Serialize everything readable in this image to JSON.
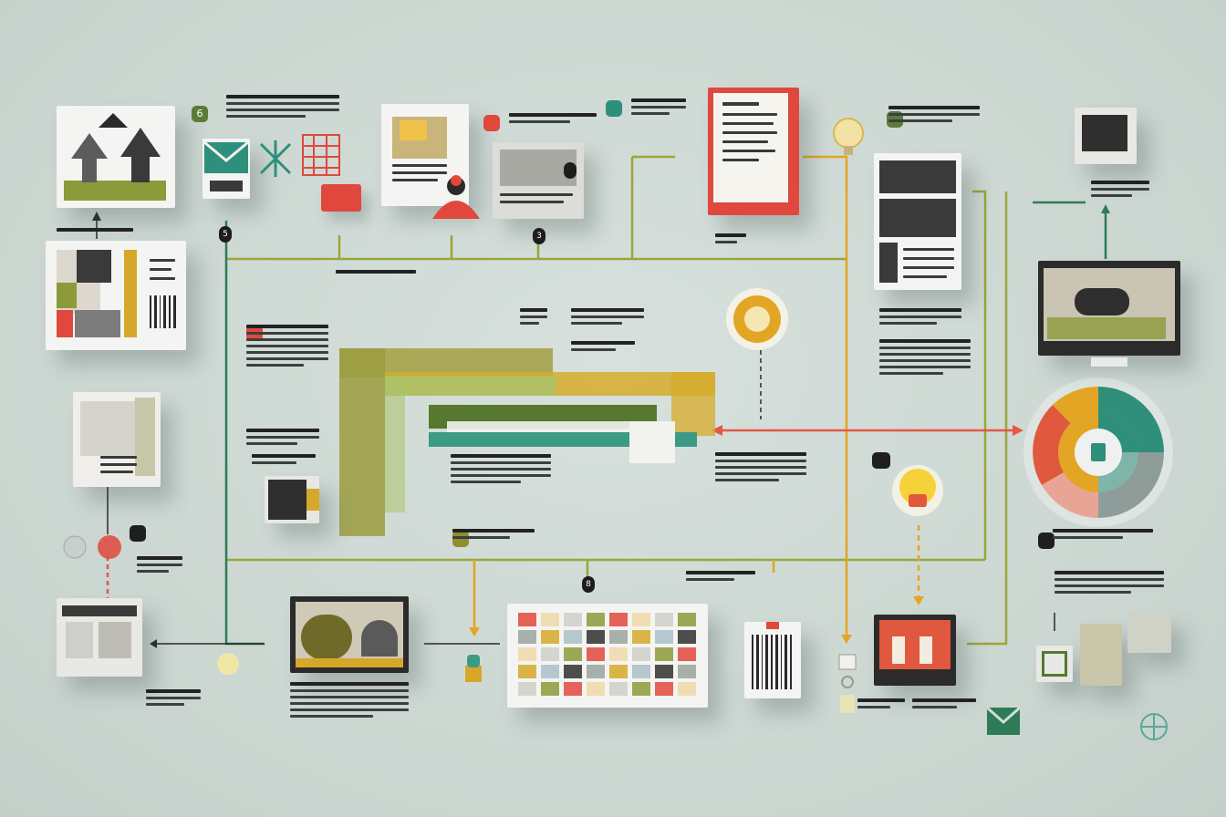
{
  "diagram": {
    "background": "#cdd8d3",
    "connector_colors": {
      "olive": "#9aa63a",
      "green": "#2f7a57",
      "orange": "#e3a524",
      "red": "#e4574a",
      "dark": "#2a2a2a"
    },
    "palette": {
      "olive": "#8d9a3a",
      "green": "#56782f",
      "teal": "#2e8f7c",
      "mustard": "#d6a82a",
      "red": "#e0483d",
      "charcoal": "#2f2f2f",
      "paper": "#f4f4f2"
    },
    "icons": [
      "arrows-up-icon",
      "mail-icon",
      "network-icon",
      "bar-chart-icon",
      "document-icon",
      "lightbulb-icon",
      "monitor-icon",
      "donut-chart-icon",
      "barcode-icon",
      "envelope-icon",
      "padlock-icon",
      "key-icon"
    ],
    "badges": [
      "6",
      "5",
      "3",
      "8"
    ]
  }
}
